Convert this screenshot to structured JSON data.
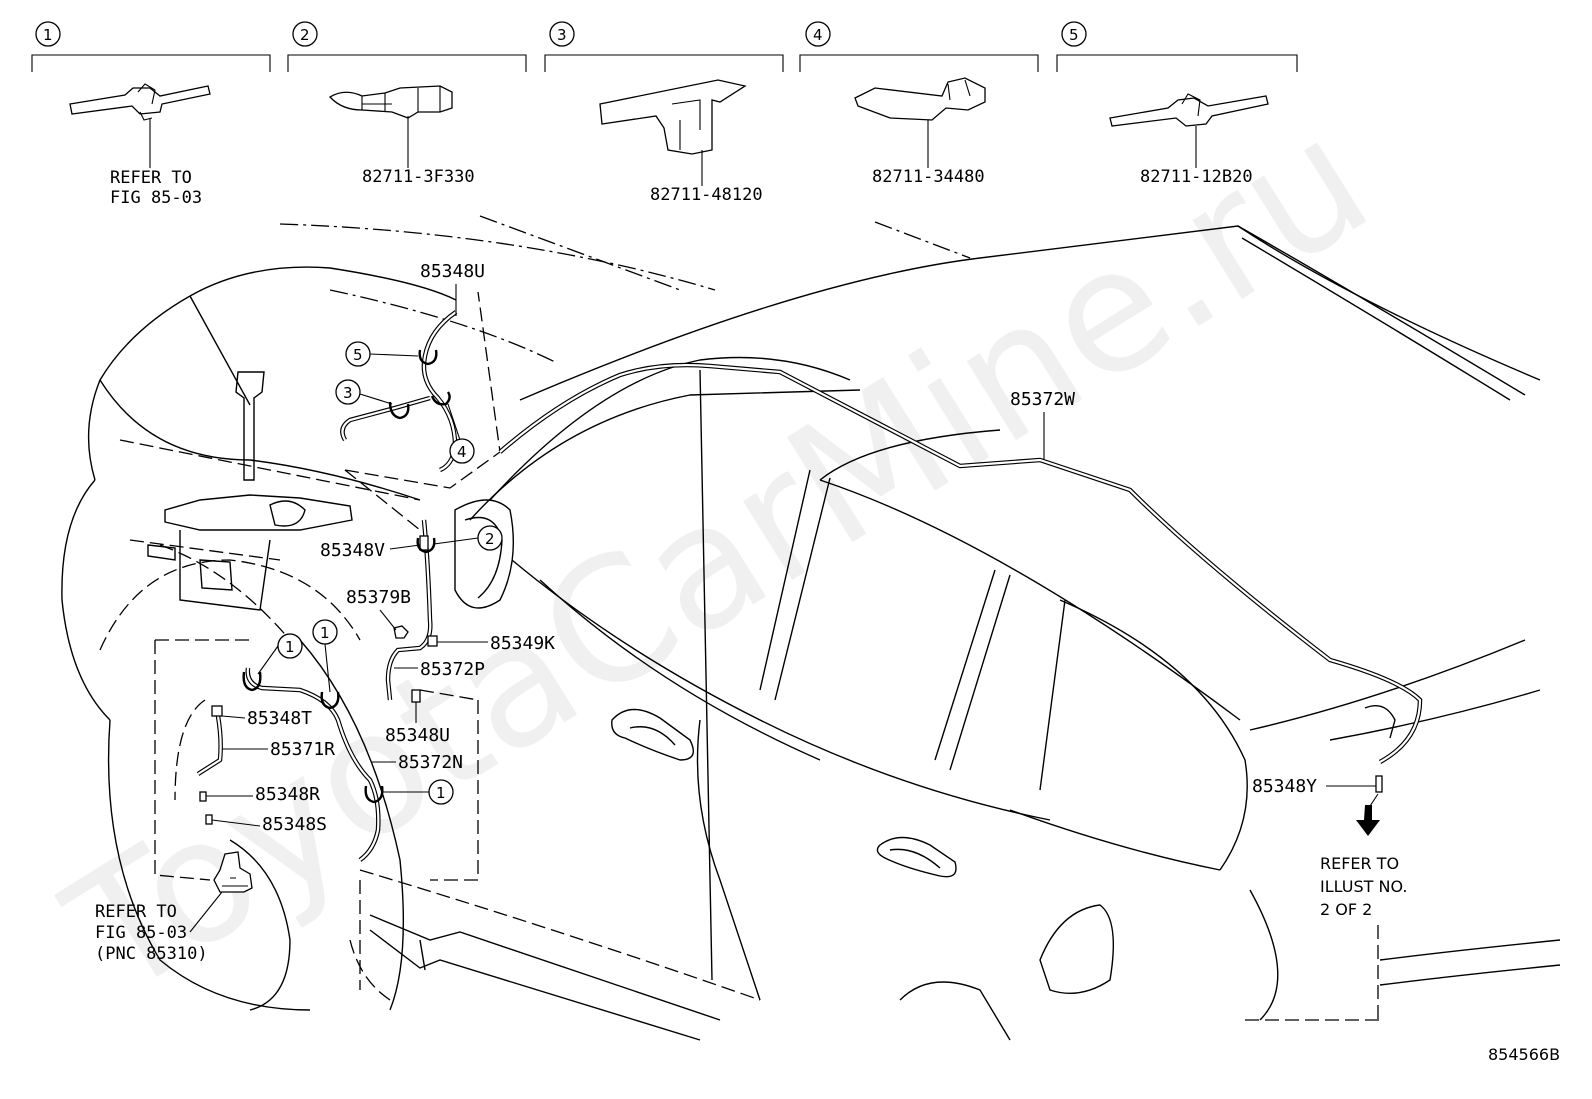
{
  "watermark": "ToyotaCarMine.ru",
  "figure_id": "854566B",
  "clip_panels": [
    {
      "index": "1",
      "part_line1": "REFER TO",
      "part_line2": "FIG 85-03"
    },
    {
      "index": "2",
      "part_line1": "82711-3F330",
      "part_line2": ""
    },
    {
      "index": "3",
      "part_line1": "82711-48120",
      "part_line2": ""
    },
    {
      "index": "4",
      "part_line1": "82711-34480",
      "part_line2": ""
    },
    {
      "index": "5",
      "part_line1": "82711-12B20",
      "part_line2": ""
    }
  ],
  "callouts": {
    "p85348U_top": "85348U",
    "p85372W": "85372W",
    "p85348V": "85348V",
    "p85379B": "85379B",
    "p85349K": "85349K",
    "p85372P": "85372P",
    "p85348U_low": "85348U",
    "p85348T": "85348T",
    "p85371R": "85371R",
    "p85372N": "85372N",
    "p85348R": "85348R",
    "p85348S": "85348S",
    "p85348Y": "85348Y"
  },
  "clip_markers": {
    "m5": "5",
    "m3": "3",
    "m4": "4",
    "m2": "2",
    "m1a": "1",
    "m1b": "1",
    "m1c": "1"
  },
  "notes": {
    "pump_ref_line1": "REFER TO",
    "pump_ref_line2": "FIG 85-03",
    "pump_ref_line3": "(PNC 85310)",
    "illust_ref_line1": "REFER TO",
    "illust_ref_line2": "ILLUST NO.",
    "illust_ref_line3": "2 OF 2"
  }
}
